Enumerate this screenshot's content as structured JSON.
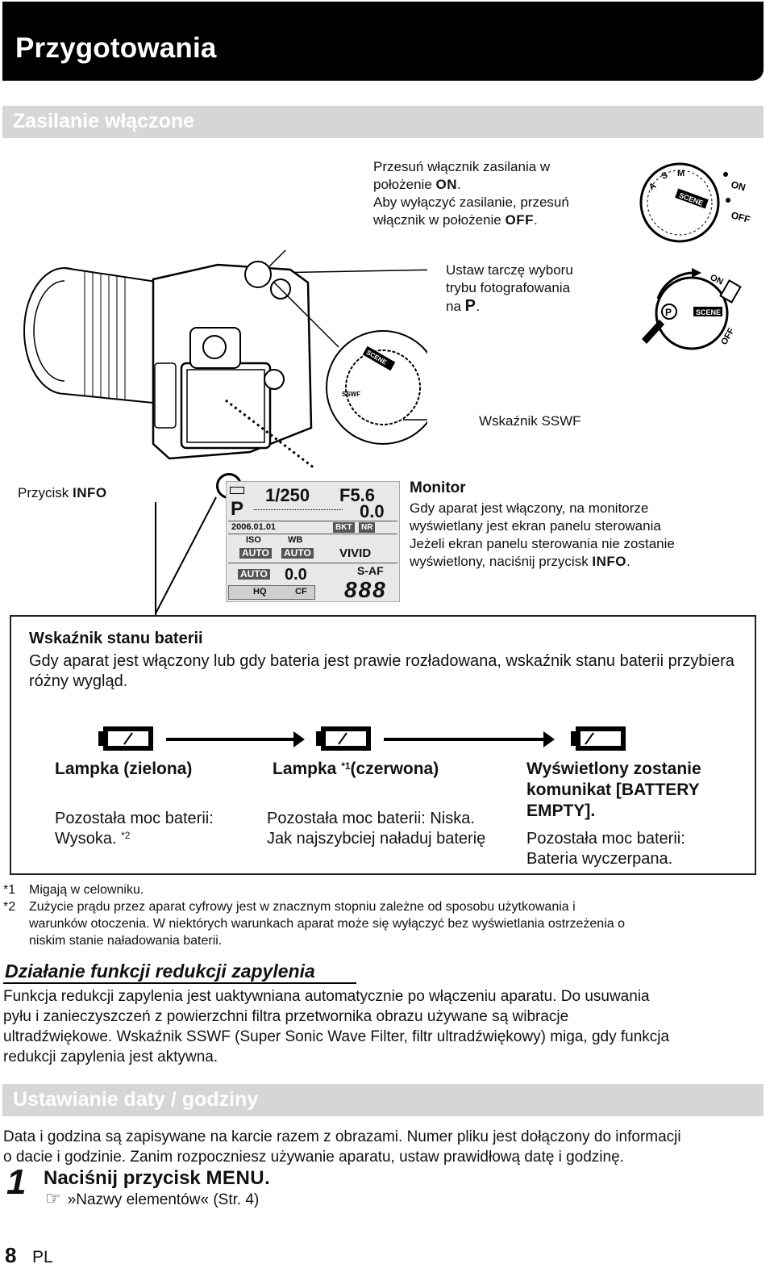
{
  "header": {
    "title": "Przygotowania"
  },
  "section1": {
    "title": "Zasilanie włączone"
  },
  "power_note": {
    "line1": "Przesuń włącznik zasilania w",
    "line2_pre": "położenie ",
    "line2_key": "ON",
    "line2_post": ".",
    "line3": "Aby wyłączyć zasilanie, przesuń",
    "line4_pre": "włącznik w położenie ",
    "line4_key": "OFF",
    "line4_post": "."
  },
  "mode_note": {
    "line1": "Ustaw tarczę wyboru",
    "line2": "trybu fotografowania",
    "line3_pre": "na ",
    "line3_key": "P",
    "line3_post": "."
  },
  "dial_labels": {
    "on": "ON",
    "off": "OFF",
    "scene": "SCENE",
    "p": "P",
    "s": "S",
    "m": "M",
    "a": "A",
    "sswf": "SSWF"
  },
  "sswf_label": "Wskaźnik SSWF",
  "info_button": {
    "pre": "Przycisk ",
    "key": "INFO"
  },
  "lcd": {
    "shutter": "1/250",
    "aperture": "F5.6",
    "mode": "P",
    "exposure": "0.0",
    "date": "2006.01.01",
    "bkt": "BKT",
    "nr": "NR",
    "iso": "ISO",
    "iso_val": "AUTO",
    "wb": "WB",
    "wb_val": "AUTO",
    "picture": "VIVID",
    "flash_val": "AUTO",
    "comp": "0.0",
    "af": "S-AF",
    "quality": "HQ",
    "card": "CF",
    "frames": "888"
  },
  "monitor": {
    "title": "Monitor",
    "line1": "Gdy aparat jest włączony, na monitorze",
    "line2": "wyświetlany jest ekran panelu sterowania",
    "line3": "Jeżeli ekran panelu sterowania nie zostanie",
    "line4_pre": "wyświetlony, naciśnij przycisk ",
    "line4_key": "INFO",
    "line4_post": "."
  },
  "battery": {
    "title": "Wskaźnik stanu baterii",
    "body": "Gdy aparat jest włączony lub gdy bateria jest prawie rozładowana, wskaźnik stanu baterii przybiera różny wygląd.",
    "col1_head": "Lampka (zielona)",
    "col1_text1": "Pozostała moc baterii:",
    "col1_text2": "Wysoka. ",
    "col1_sup": "*2",
    "col2_head_pre": "Lampka ",
    "col2_sup": "*1",
    "col2_head_post": "(czerwona)",
    "col2_text1": "Pozostała moc baterii: Niska.",
    "col2_text2": "Jak najszybciej naładuj baterię",
    "col3_head1": "Wyświetlony zostanie",
    "col3_head2": "komunikat [BATTERY",
    "col3_head3": "EMPTY].",
    "col3_text1": "Pozostała moc baterii:",
    "col3_text2": "Bateria wyczerpana."
  },
  "footnotes": {
    "f1_mark": "*1",
    "f1_text": "Migają w celowniku.",
    "f2_mark": "*2",
    "f2_line1": "Zużycie prądu przez aparat cyfrowy jest w znacznym stopniu zależne od sposobu użytkowania i",
    "f2_line2": "warunków otoczenia. W niektórych warunkach aparat może się wyłączyć bez wyświetlania ostrzeżenia o",
    "f2_line3": "niskim stanie naładowania baterii."
  },
  "dust": {
    "title": "Działanie funkcji redukcji zapylenia",
    "line1": "Funkcja redukcji zapylenia jest uaktywniana automatycznie po włączeniu aparatu. Do usuwania",
    "line2": "pyłu i zanieczyszczeń z powierzchni filtra przetwornika obrazu używane są wibracje",
    "line3": "ultradźwiękowe. Wskaźnik SSWF (Super Sonic Wave Filter, filtr ultradźwiękowy) miga, gdy funkcja",
    "line4": "redukcji zapylenia jest aktywna."
  },
  "section2": {
    "title": "Ustawianie daty / godziny"
  },
  "datetime": {
    "line1": "Data i godzina są zapisywane na karcie razem z obrazami. Numer pliku jest dołączony do informacji",
    "line2": "o dacie i godzinie. Zanim rozpoczniesz używanie aparatu, ustaw prawidłową datę i godzinę."
  },
  "step": {
    "number": "1",
    "pre": "Naciśnij przycisk ",
    "key": "MENU",
    "post": ".",
    "ref_icon": "☞",
    "ref": "»Nazwy elementów« (Str. 4)"
  },
  "footer": {
    "page": "8",
    "lang": "PL"
  }
}
